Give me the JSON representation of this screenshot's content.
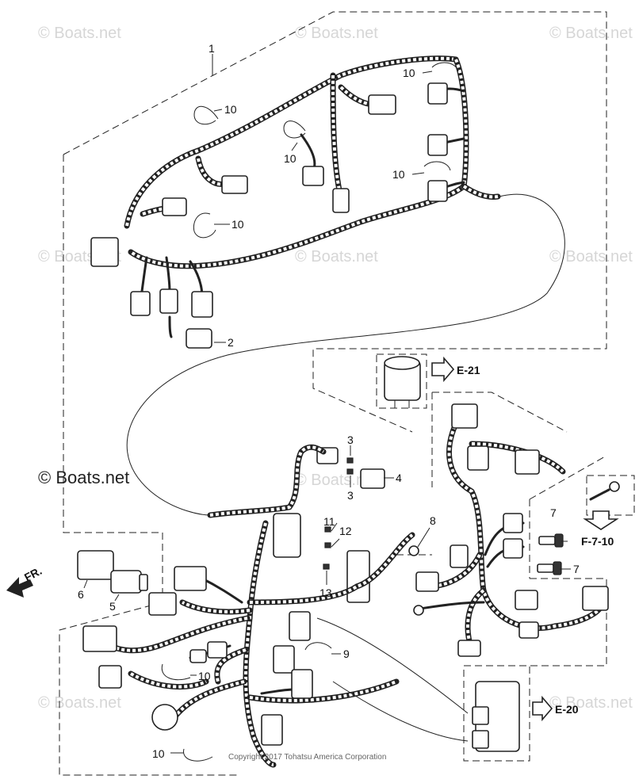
{
  "watermarks": [
    "© Boats.net",
    "© Boats.net",
    "© Boats.net",
    "© Boats.net",
    "© Boats.net",
    "© Boats.net",
    "© Boats.net",
    "© Boats.net",
    "© Boats.net"
  ],
  "main_watermark": "© Boats.net",
  "copyright": "Copyright 2017 Tohatsu America Corporation",
  "direction_label": "FR.",
  "references": {
    "e21": "E-21",
    "e20": "E-20",
    "f710": "F-7-10"
  },
  "callouts": {
    "c1": "1",
    "c2": "2",
    "c3a": "3",
    "c3b": "3",
    "c4": "4",
    "c5": "5",
    "c6": "6",
    "c7a": "7",
    "c7b": "7",
    "c8": "8",
    "c9": "9",
    "c10a": "10",
    "c10b": "10",
    "c10c": "10",
    "c10d": "10",
    "c10e": "10",
    "c10f": "10",
    "c10g": "10",
    "c11": "11",
    "c12": "12",
    "c13": "13"
  }
}
